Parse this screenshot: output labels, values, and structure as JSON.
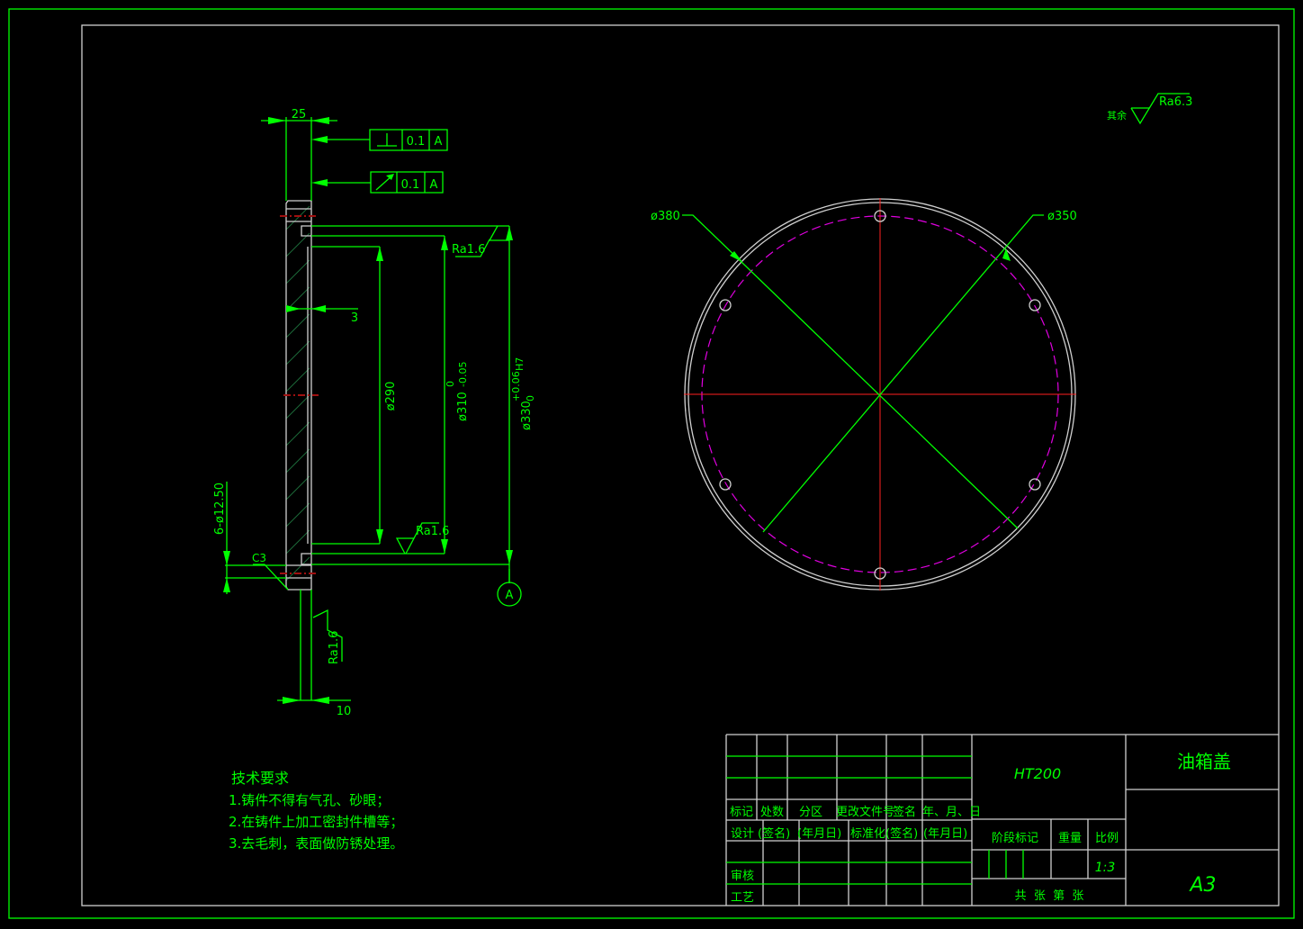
{
  "drawing": {
    "dims": {
      "d25": "25",
      "d3": "3",
      "d10": "10",
      "d290": "ø290",
      "d310": "ø310",
      "d310_tol_upper": "0",
      "d310_tol_lower": "-0.05",
      "d330": "ø330",
      "d330_tol_upper": "+0.06",
      "d330_tol_lower": "0",
      "d330_fit": "H7",
      "holes": "6-ø12.50",
      "chamfer": "C3",
      "d380": "ø380",
      "d350": "ø350"
    },
    "tolerances": [
      {
        "symbol": "perpendicularity",
        "value": "0.1",
        "datum": "A"
      },
      {
        "symbol": "circular-runout",
        "value": "0.1",
        "datum": "A"
      }
    ],
    "datum_label": "A",
    "roughness": {
      "r1": "Ra1.6",
      "r2": "Ra1.6",
      "r3": "Ra1.6",
      "rest_label": "其余",
      "rest_value": "Ra6.3"
    },
    "tech_requirements": {
      "title": "技术要求",
      "items": [
        "1.铸件不得有气孔、砂眼；",
        "2.在铸件上加工密封件槽等；",
        "3.去毛刺，表面做防锈处理。"
      ]
    }
  },
  "title_block": {
    "material": "HT200",
    "part_name": "油箱盖",
    "sheet_size": "A3",
    "scale": "1:3",
    "row_headers": [
      "标记",
      "处数",
      "分区",
      "更改文件号",
      "签名",
      "年、月、日"
    ],
    "design_row": [
      "设计",
      "(签名)",
      "(年月日)",
      "标准化",
      "(签名)",
      "(年月日)"
    ],
    "stage_label": "阶段标记",
    "weight_label": "重量",
    "scale_label": "比例",
    "review_label": "审核",
    "process_label": "工艺",
    "sheets_text": "共  张  第  张"
  }
}
